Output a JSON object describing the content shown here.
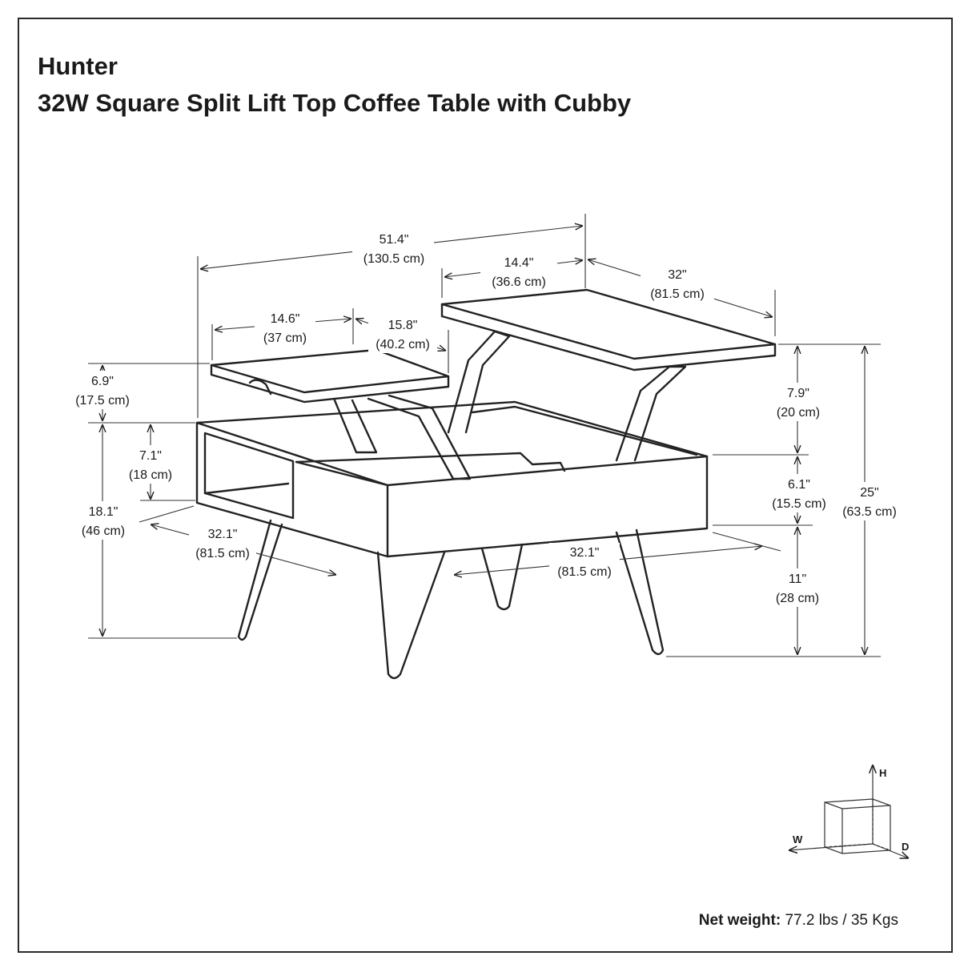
{
  "title": {
    "brand": "Hunter",
    "product": "32W Square Split Lift Top Coffee Table with Cubby"
  },
  "dimensions": {
    "total_width_in": "51.4\"",
    "total_width_cm": "(130.5 cm)",
    "right_top_width_in": "14.4\"",
    "right_top_width_cm": "(36.6 cm)",
    "right_top_depth_in": "32\"",
    "right_top_depth_cm": "(81.5 cm)",
    "left_top_width_in": "14.6\"",
    "left_top_width_cm": "(37 cm)",
    "gap_in": "15.8\"",
    "gap_cm": "(40.2 cm)",
    "left_lift_height_in": "6.9\"",
    "left_lift_height_cm": "(17.5 cm)",
    "cubby_height_in": "7.1\"",
    "cubby_height_cm": "(18 cm)",
    "closed_height_in": "18.1\"",
    "closed_height_cm": "(46 cm)",
    "body_width_in": "32.1\"",
    "body_width_cm": "(81.5 cm)",
    "body_depth_in": "32.1\"",
    "body_depth_cm": "(81.5 cm)",
    "right_lift_height_in": "7.9\"",
    "right_lift_height_cm": "(20 cm)",
    "box_height_in": "6.1\"",
    "box_height_cm": "(15.5 cm)",
    "leg_height_in": "11\"",
    "leg_height_cm": "(28 cm)",
    "total_height_in": "25\"",
    "total_height_cm": "(63.5 cm)"
  },
  "axes": {
    "h": "H",
    "w": "W",
    "d": "D"
  },
  "net_weight": {
    "label": "Net weight:",
    "value": "77.2 lbs / 35 Kgs"
  }
}
